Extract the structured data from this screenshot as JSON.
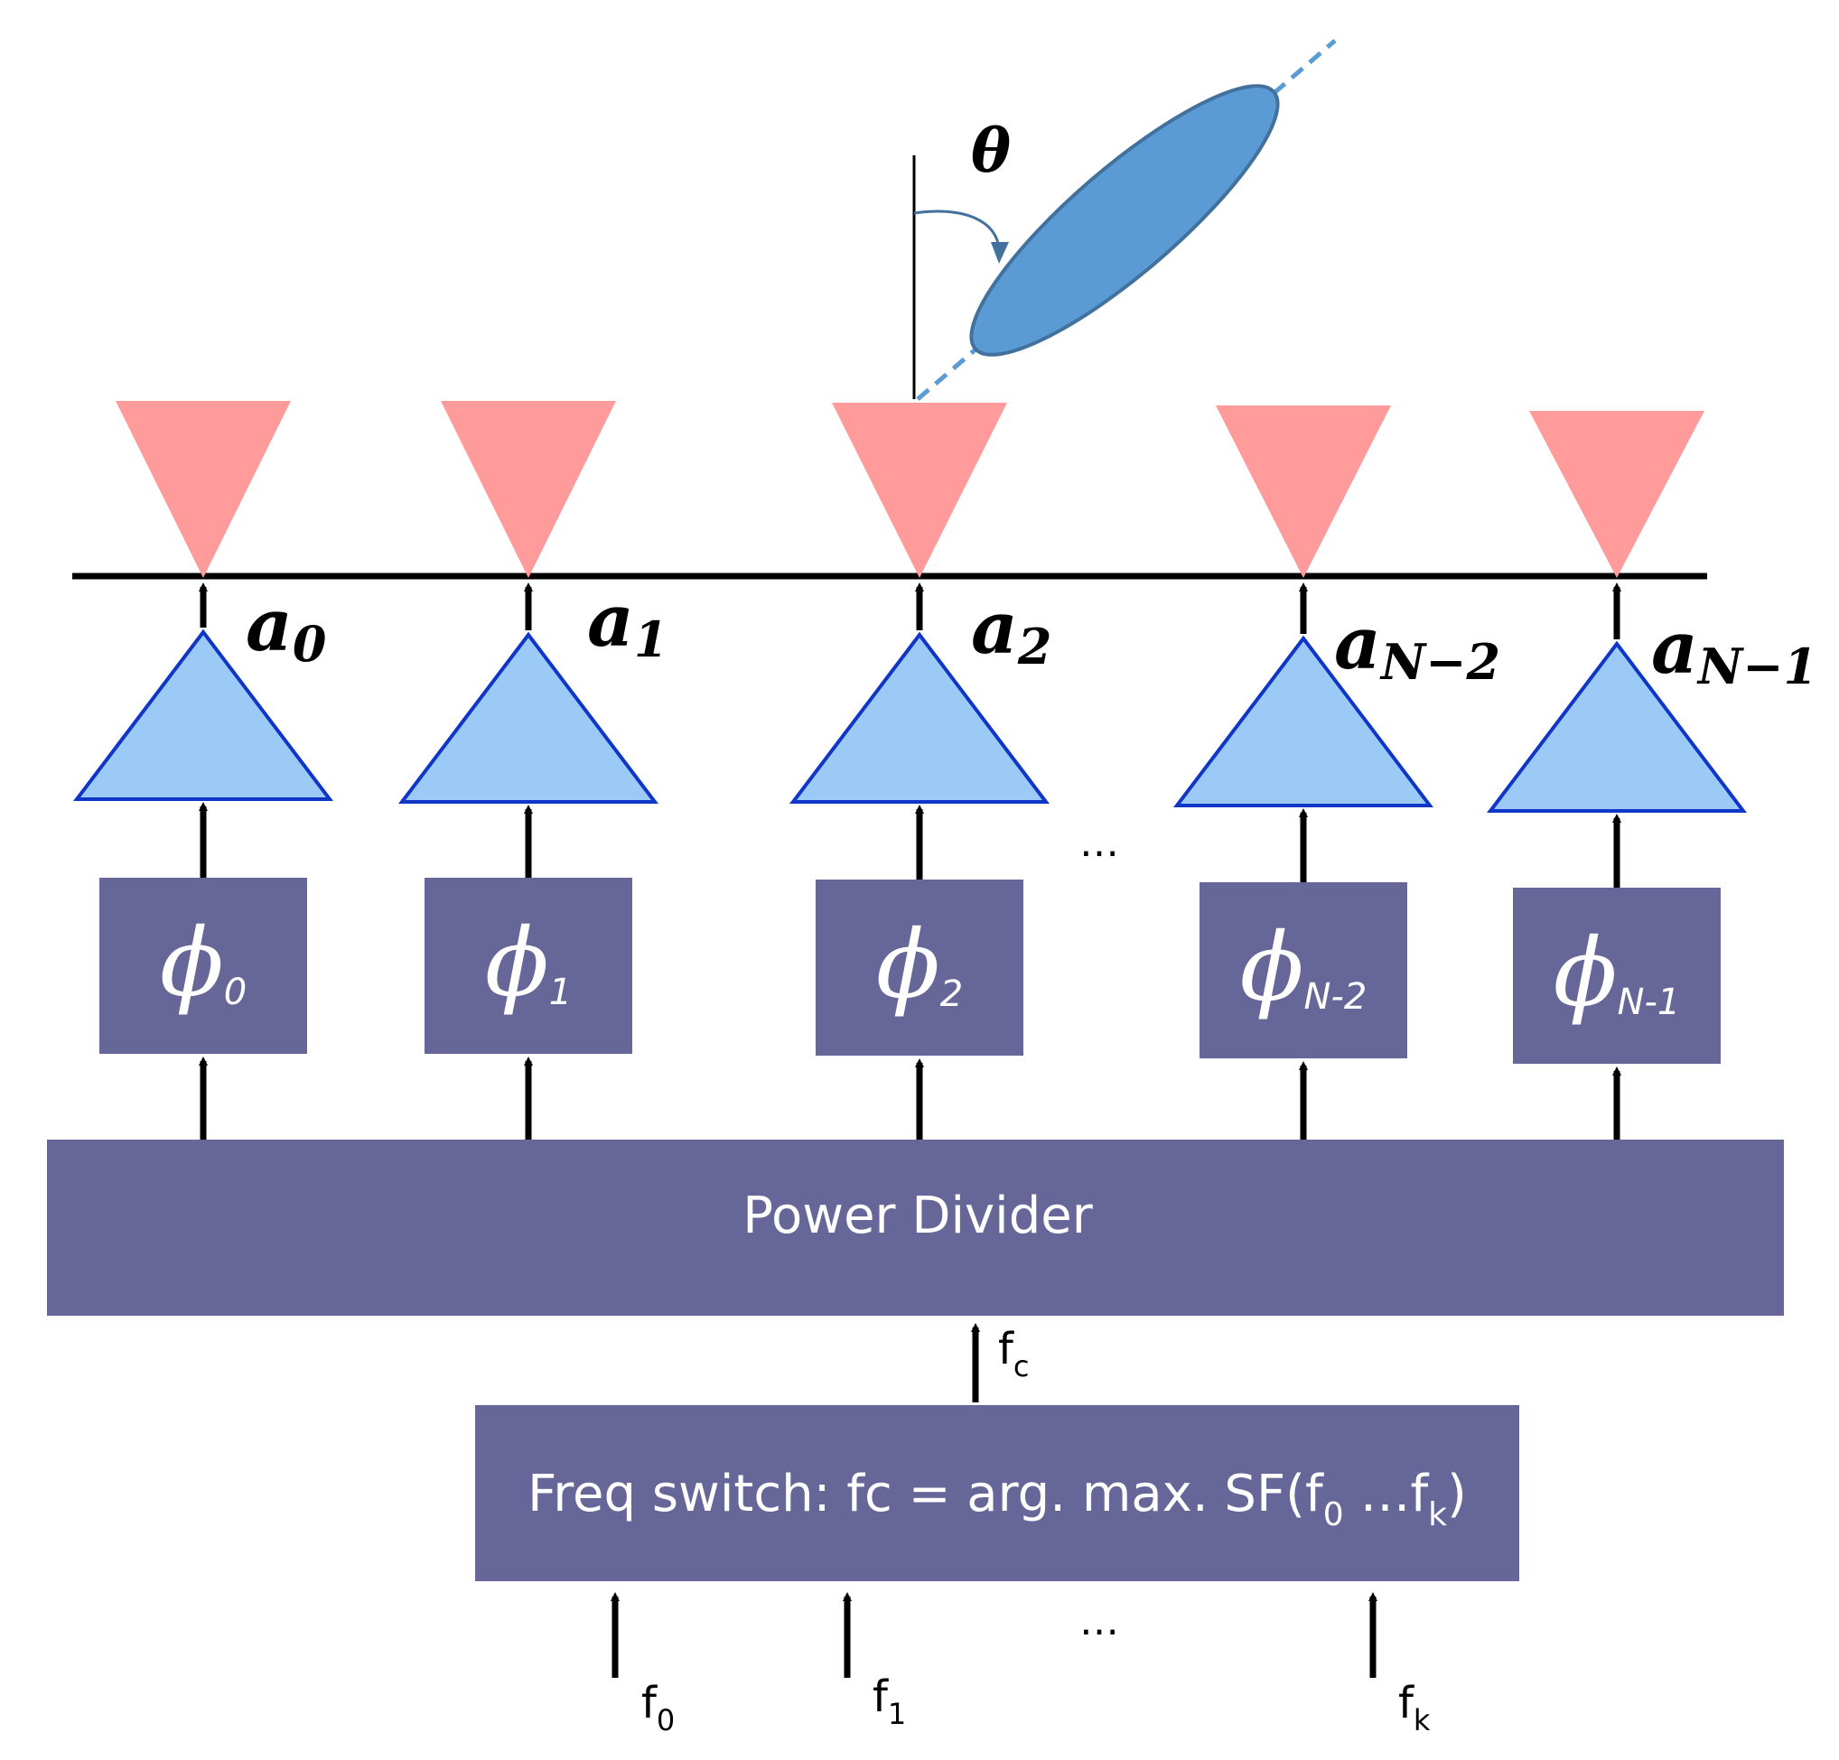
{
  "colors": {
    "antenna": "#ff9b9b",
    "amplifier_fill": "#9ccaf7",
    "amplifier_stroke": "#1036c8",
    "block": "#666699",
    "beam_fill": "#5b9bd5",
    "beam_stroke": "#41719c"
  },
  "angle_label": "θ",
  "elements": [
    {
      "amp_coef": "a",
      "amp_sub": "0",
      "phase_symbol": "ϕ",
      "phase_sub": "0"
    },
    {
      "amp_coef": "a",
      "amp_sub": "1",
      "phase_symbol": "ϕ",
      "phase_sub": "1"
    },
    {
      "amp_coef": "a",
      "amp_sub": "2",
      "phase_symbol": "ϕ",
      "phase_sub": "2"
    },
    {
      "amp_coef": "a",
      "amp_sub": "N−2",
      "phase_symbol": "ϕ",
      "phase_sub": "N-2"
    },
    {
      "amp_coef": "a",
      "amp_sub": "N−1",
      "phase_symbol": "ϕ",
      "phase_sub": "N-1"
    }
  ],
  "array_ellipsis": "…",
  "power_divider_label": "Power Divider",
  "freq_switch": {
    "label_prefix": "Freq switch: fc = arg. max. SF(f",
    "sub_start": "0",
    "label_mid": " …f",
    "sub_end": "k",
    "label_suffix": ")"
  },
  "output_signal": {
    "main": "f",
    "sub": "c"
  },
  "inputs": [
    {
      "main": "f",
      "sub": "0"
    },
    {
      "main": "f",
      "sub": "1"
    },
    {
      "main": "f",
      "sub": "k"
    }
  ],
  "input_ellipsis": "…"
}
